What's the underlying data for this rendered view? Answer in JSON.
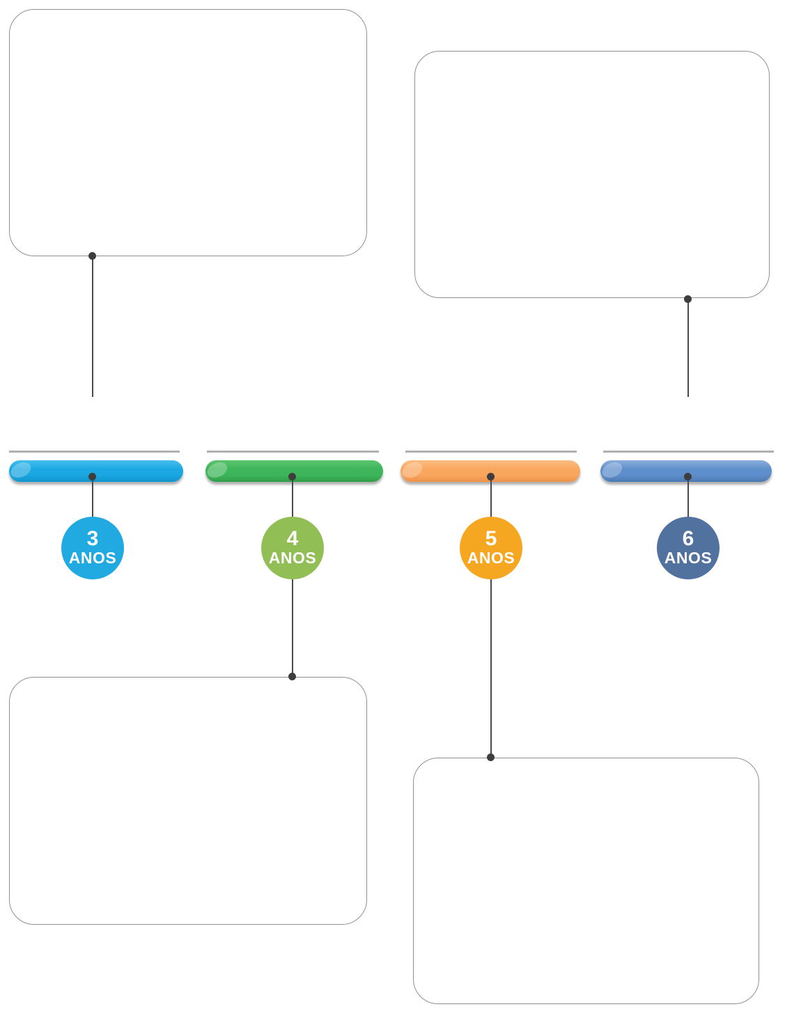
{
  "diagram": {
    "type": "age-timeline-infographic",
    "connector_color": "#4a4a4a",
    "dot_color": "#3d3d3d",
    "rail_color": "#b0b0b0",
    "card_border_color": "#909090",
    "stages": [
      {
        "age": "3",
        "unit": "ANOS",
        "bar_color": "#1BA7E2",
        "bar_light": "#45BEEE",
        "bar_dark": "#1095CE",
        "circle_color": "#21A9E1"
      },
      {
        "age": "4",
        "unit": "ANOS",
        "bar_color": "#3DB55A",
        "bar_light": "#5CC46C",
        "bar_dark": "#2F9D48",
        "circle_color": "#92BF55"
      },
      {
        "age": "5",
        "unit": "ANOS",
        "bar_color": "#F9A65E",
        "bar_light": "#FBBE82",
        "bar_dark": "#EF9148",
        "circle_color": "#F6A722"
      },
      {
        "age": "6",
        "unit": "ANOS",
        "bar_color": "#5E8ECB",
        "bar_light": "#8AAEDD",
        "bar_dark": "#4B79B1",
        "circle_color": "#51719F"
      }
    ]
  }
}
